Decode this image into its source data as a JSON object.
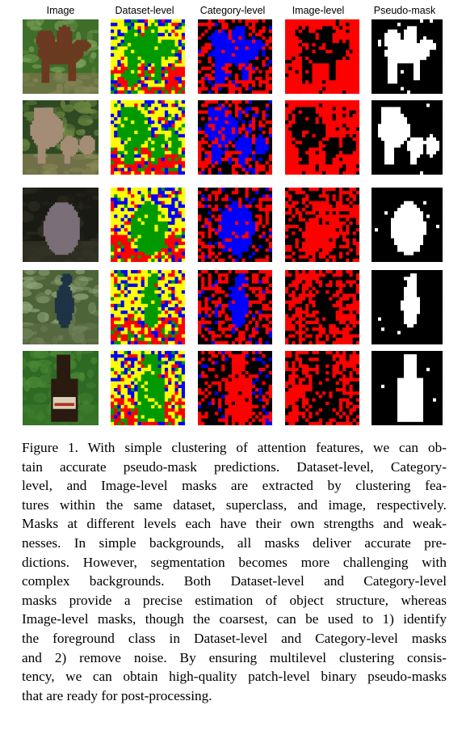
{
  "figure": {
    "headers": [
      "Image",
      "Dataset-level",
      "Category-level",
      "Image-level",
      "Pseudo-mask"
    ],
    "rows": [
      {
        "subject": "horse-with-jockey"
      },
      {
        "subject": "cows"
      },
      {
        "subject": "pigeon"
      },
      {
        "subject": "bird-on-branch"
      },
      {
        "subject": "beer-bottle"
      }
    ],
    "colors": {
      "yellow": "#ffff00",
      "blue": "#0000ff",
      "green": "#009900",
      "red": "#ff0000",
      "black": "#000000",
      "white": "#ffffff"
    }
  },
  "caption": {
    "lines": [
      "Figure 1. With simple clustering of attention features, we can ob-",
      "tain accurate pseudo-mask predictions. Dataset-level, Category-",
      "level, and Image-level masks are extracted by clustering fea-",
      "tures within the same dataset, superclass, and image, respectively.",
      "Masks at different levels each have their own strengths and weak-",
      "nesses. In simple backgrounds, all masks deliver accurate pre-",
      "dictions. However, segmentation becomes more challenging with",
      "complex backgrounds. Both Dataset-level and Category-level",
      "masks provide a precise estimation of object structure, whereas",
      "Image-level masks, though the coarsest, can be used to 1) identify",
      "the foreground class in Dataset-level and Category-level masks",
      "and 2) remove noise. By ensuring multilevel clustering consis-",
      "tency, we can obtain high-quality patch-level binary pseudo-masks",
      "that are ready for post-processing."
    ]
  }
}
